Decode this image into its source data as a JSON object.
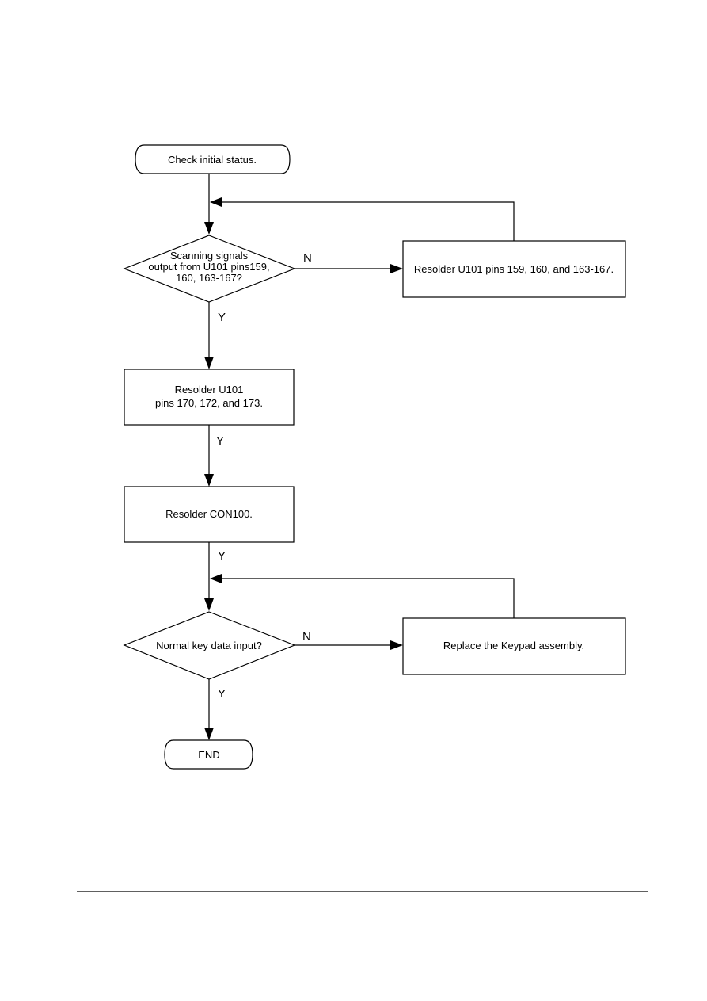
{
  "flowchart": {
    "start": "Check initial status.",
    "decision1": {
      "lines": [
        "Scanning signals",
        "output from U101 pins159,",
        "160, 163-167?"
      ],
      "no_label": "N",
      "yes_label": "Y"
    },
    "fix1": "Resolder U101 pins 159, 160, and 163-167.",
    "step2": {
      "lines": [
        "Resolder U101",
        "pins 170, 172, and 173."
      ],
      "yes_label": "Y"
    },
    "step3": {
      "label": "Resolder CON100.",
      "yes_label": "Y"
    },
    "decision2": {
      "label": "Normal key data input?",
      "no_label": "N",
      "yes_label": "Y"
    },
    "fix2": "Replace the Keypad assembly.",
    "end": "END"
  }
}
